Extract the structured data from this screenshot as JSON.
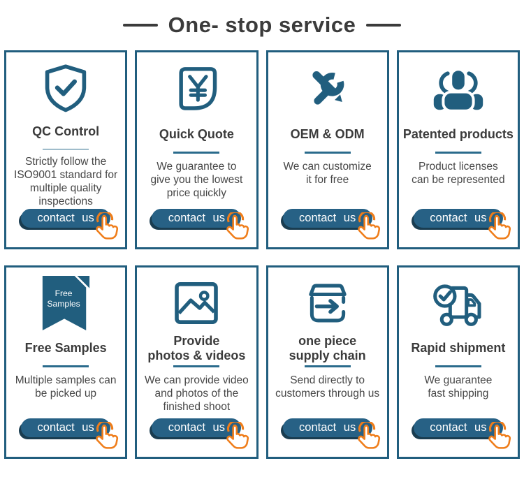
{
  "header": {
    "title": "One- stop service"
  },
  "colors": {
    "teal": "#215e7e",
    "teal_divider": "#2a6b8c",
    "button_bg": "#276185",
    "button_shadow": "#193c50",
    "button_text": "#ffffff",
    "orange": "#ef7d1a",
    "heading_text": "#3b3b3b",
    "body_text": "#474747",
    "card_border": "#215e7e",
    "background": "#ffffff"
  },
  "cards": [
    {
      "icon": "shield-check-icon",
      "title": "QC Control",
      "description": "Strictly follow the\nISO9001 standard for\nmultiple quality\ninspections",
      "button_label": "contact us"
    },
    {
      "icon": "yen-quote-icon",
      "title": "Quick Quote",
      "description": "We guarantee to\ngive you the lowest\nprice quickly",
      "button_label": "contact us"
    },
    {
      "icon": "tools-icon",
      "title": "OEM & ODM",
      "description": "We can customize\nit for free",
      "button_label": "contact us"
    },
    {
      "icon": "people-group-icon",
      "title": "Patented products",
      "description": "Product licenses\ncan be represented",
      "button_label": "contact us"
    },
    {
      "icon": "free-samples-ribbon-icon",
      "title": "Free Samples",
      "ribbon": {
        "line1": "Free",
        "line2": "Samples"
      },
      "description": "Multiple samples can\nbe picked up",
      "button_label": "contact us"
    },
    {
      "icon": "photos-icon",
      "title": "Provide\nphotos & videos",
      "description": "We can provide video\nand photos of the\nfinished shoot",
      "button_label": "contact us"
    },
    {
      "icon": "supply-chain-icon",
      "title": "one piece\nsupply chain",
      "description": "Send directly to\ncustomers through us",
      "button_label": "contact us"
    },
    {
      "icon": "truck-check-icon",
      "title": "Rapid shipment",
      "description": "We guarantee\nfast shipping",
      "button_label": "contact us"
    }
  ]
}
